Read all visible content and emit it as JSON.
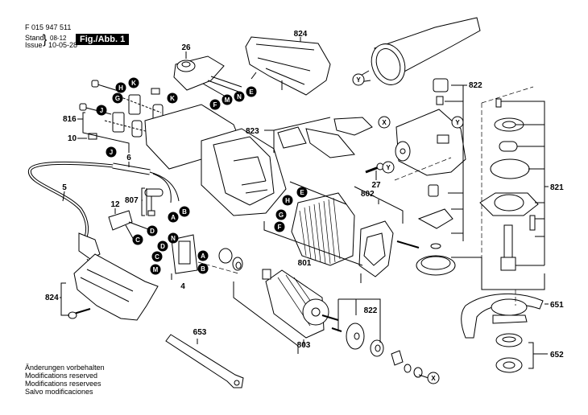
{
  "header": {
    "part_number": "F 015 947 511",
    "stand_label": "Stand",
    "issue_label": "Issue",
    "stand_value": "08-12",
    "issue_value": "10-05-28",
    "figure_label": "Fig./Abb. 1"
  },
  "footer_notes": [
    "Änderungen vorbehalten",
    "Modifications reserved",
    "Modifications reservees",
    "Salvo modificaciones"
  ],
  "part_labels": {
    "p26": "26",
    "p824_top": "824",
    "p822_top": "822",
    "p816": "816",
    "p10": "10",
    "p6": "6",
    "p5": "5",
    "p823": "823",
    "p27": "27",
    "p802": "802",
    "p821": "821",
    "p12": "12",
    "p807": "807",
    "p4": "4",
    "p801": "801",
    "p824_bottom": "824",
    "p803": "803",
    "p822_bottom": "822",
    "p651": "651",
    "p652": "652",
    "p653": "653"
  },
  "wire_markers": {
    "H1": "H",
    "K1": "K",
    "G1": "G",
    "J1": "J",
    "K2": "K",
    "J2": "J",
    "E1": "E",
    "N1": "N",
    "M1": "M",
    "F1": "F",
    "A1": "A",
    "B1": "B",
    "D1": "D",
    "C1": "C",
    "N2": "N",
    "D2": "D",
    "C2": "C",
    "M2": "M",
    "A2": "A",
    "B2": "B",
    "E2": "E",
    "H2": "H",
    "G2": "G",
    "F2": "F"
  },
  "reference_markers": {
    "Y1": "Y",
    "X1": "X",
    "Y2": "Y",
    "Y3": "Y",
    "X2": "X"
  }
}
